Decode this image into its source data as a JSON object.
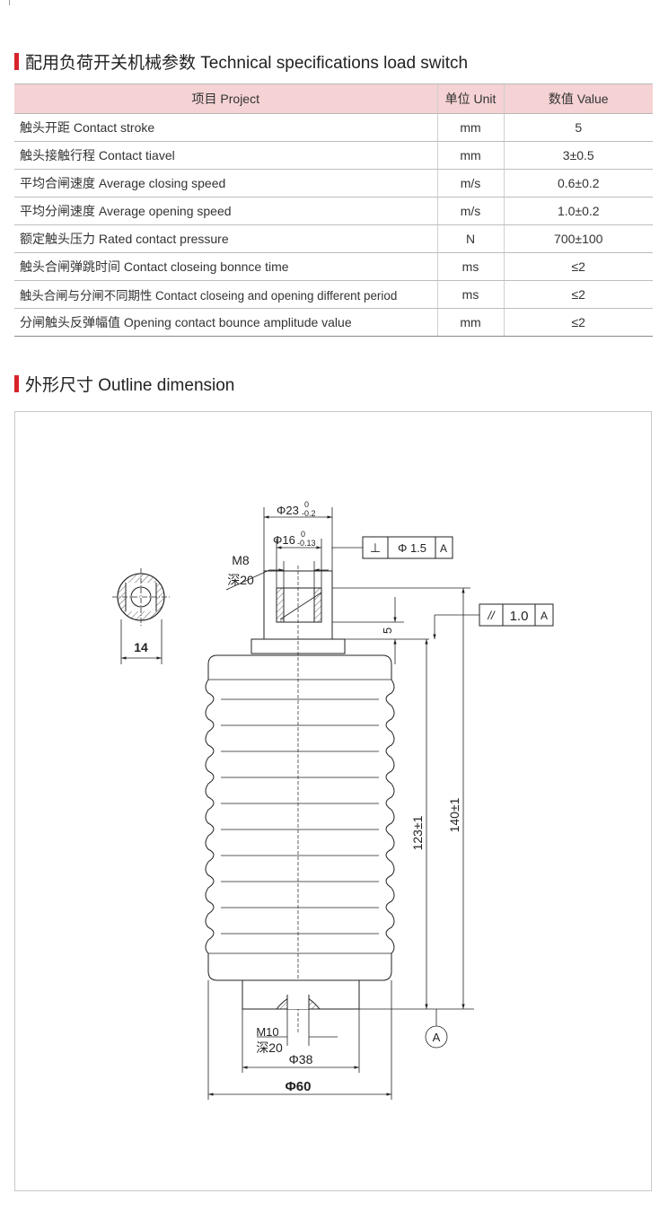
{
  "section1": {
    "title": "配用负荷开关机械参数 Technical specifications load switch"
  },
  "table": {
    "headers": [
      "项目 Project",
      "单位 Unit",
      "数值 Value"
    ],
    "rows": [
      [
        "触头开距 Contact stroke",
        "mm",
        "5"
      ],
      [
        "触头接触行程 Contact tiavel",
        "mm",
        "3±0.5"
      ],
      [
        "平均合闸速度 Average closing speed",
        "m/s",
        "0.6±0.2"
      ],
      [
        "平均分闸速度 Average opening speed",
        "m/s",
        "1.0±0.2"
      ],
      [
        "额定触头压力 Rated contact pressure",
        "N",
        "700±100"
      ],
      [
        "触头合闸弹跳时间 Contact closeing bonnce time",
        "ms",
        "≤2"
      ],
      [
        "触头合闸与分闸不同期性 Contact closeing and opening different period",
        "ms",
        "≤2"
      ],
      [
        "分闸触头反弹幅值 Opening contact bounce amplitude value",
        "mm",
        "≤2"
      ]
    ]
  },
  "section2": {
    "title": "外形尺寸 Outline dimension"
  },
  "drawing": {
    "dim_phi23": "Φ23",
    "dim_phi23_tol_upper": "0",
    "dim_phi23_tol_lower": "-0.2",
    "dim_phi16": "Φ16",
    "dim_phi16_tol_upper": "0",
    "dim_phi16_tol_lower": "-0.13",
    "perp_symbol": "⊥",
    "perp_value": "Φ 1.5",
    "perp_datum": "A",
    "thread_top": "M8",
    "depth_top": "深20",
    "section_width": "14",
    "dim_5": "5",
    "parallel_symbol": "//",
    "parallel_value": "1.0",
    "parallel_datum": "A",
    "dim_123": "123±1",
    "dim_140": "140±1",
    "thread_bottom": "M10",
    "depth_bottom": "深20",
    "dim_phi38": "Φ38",
    "dim_phi60": "Φ60",
    "datum_label": "A"
  }
}
